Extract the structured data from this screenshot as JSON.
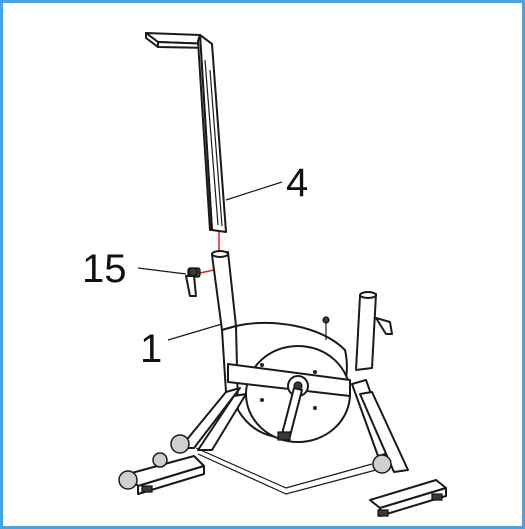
{
  "callouts": {
    "part_4": "4",
    "part_15": "15",
    "part_1": "1"
  },
  "colors": {
    "frame_border": "#4aa3df",
    "alignment_line": "#e02020",
    "ink": "#1a1a1a"
  },
  "icons": {
    "handlebar_post": "handlebar-post-icon",
    "knob_bolt": "knob-bolt-icon",
    "bike_frame": "bike-frame-icon"
  }
}
